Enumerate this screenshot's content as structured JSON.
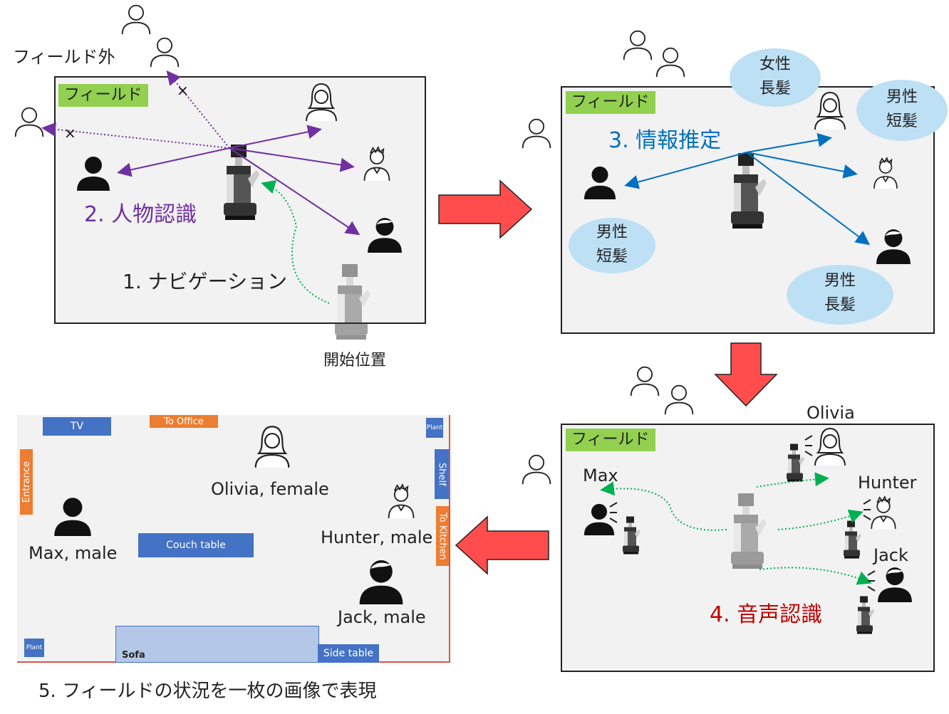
{
  "panel1": {
    "field_label": "フィールド",
    "outside_label": "フィールド外",
    "step_navigation": "1. ナビゲーション",
    "step_person": "2. 人物認識",
    "start_label": "開始位置"
  },
  "panel2": {
    "field_label": "フィールド",
    "step_estimate": "3. 情報推定",
    "bubbles": [
      {
        "l1": "女性",
        "l2": "長髪"
      },
      {
        "l1": "男性",
        "l2": "短髪"
      },
      {
        "l1": "男性",
        "l2": "短髪"
      },
      {
        "l1": "男性",
        "l2": "長髪"
      }
    ]
  },
  "panel3": {
    "field_label": "フィールド",
    "step_speech": "4. 音声認識",
    "names": [
      "Olivia",
      "Max",
      "Hunter",
      "Jack"
    ]
  },
  "panel4": {
    "caption": "5. フィールドの状況を一枚の画像で表現",
    "blocks": {
      "tv": "TV",
      "office": "To Office",
      "plant": "Plant",
      "entrance": "Entrance",
      "shelf": "Shelf",
      "kitchen": "To Kitchen",
      "couch": "Couch table",
      "sofa": "Sofa",
      "side": "Side table"
    },
    "people": [
      "Olivia, female",
      "Max, male",
      "Hunter, male",
      "Jack, male"
    ]
  },
  "colors": {
    "panel": "#f2f2f2",
    "field": "#92d050",
    "bubble": "#bde0f5",
    "arrow": "#ff4d4d",
    "purple": "#7030a0",
    "blue": "#0070c0",
    "red": "#c00000",
    "green": "#00b050"
  }
}
